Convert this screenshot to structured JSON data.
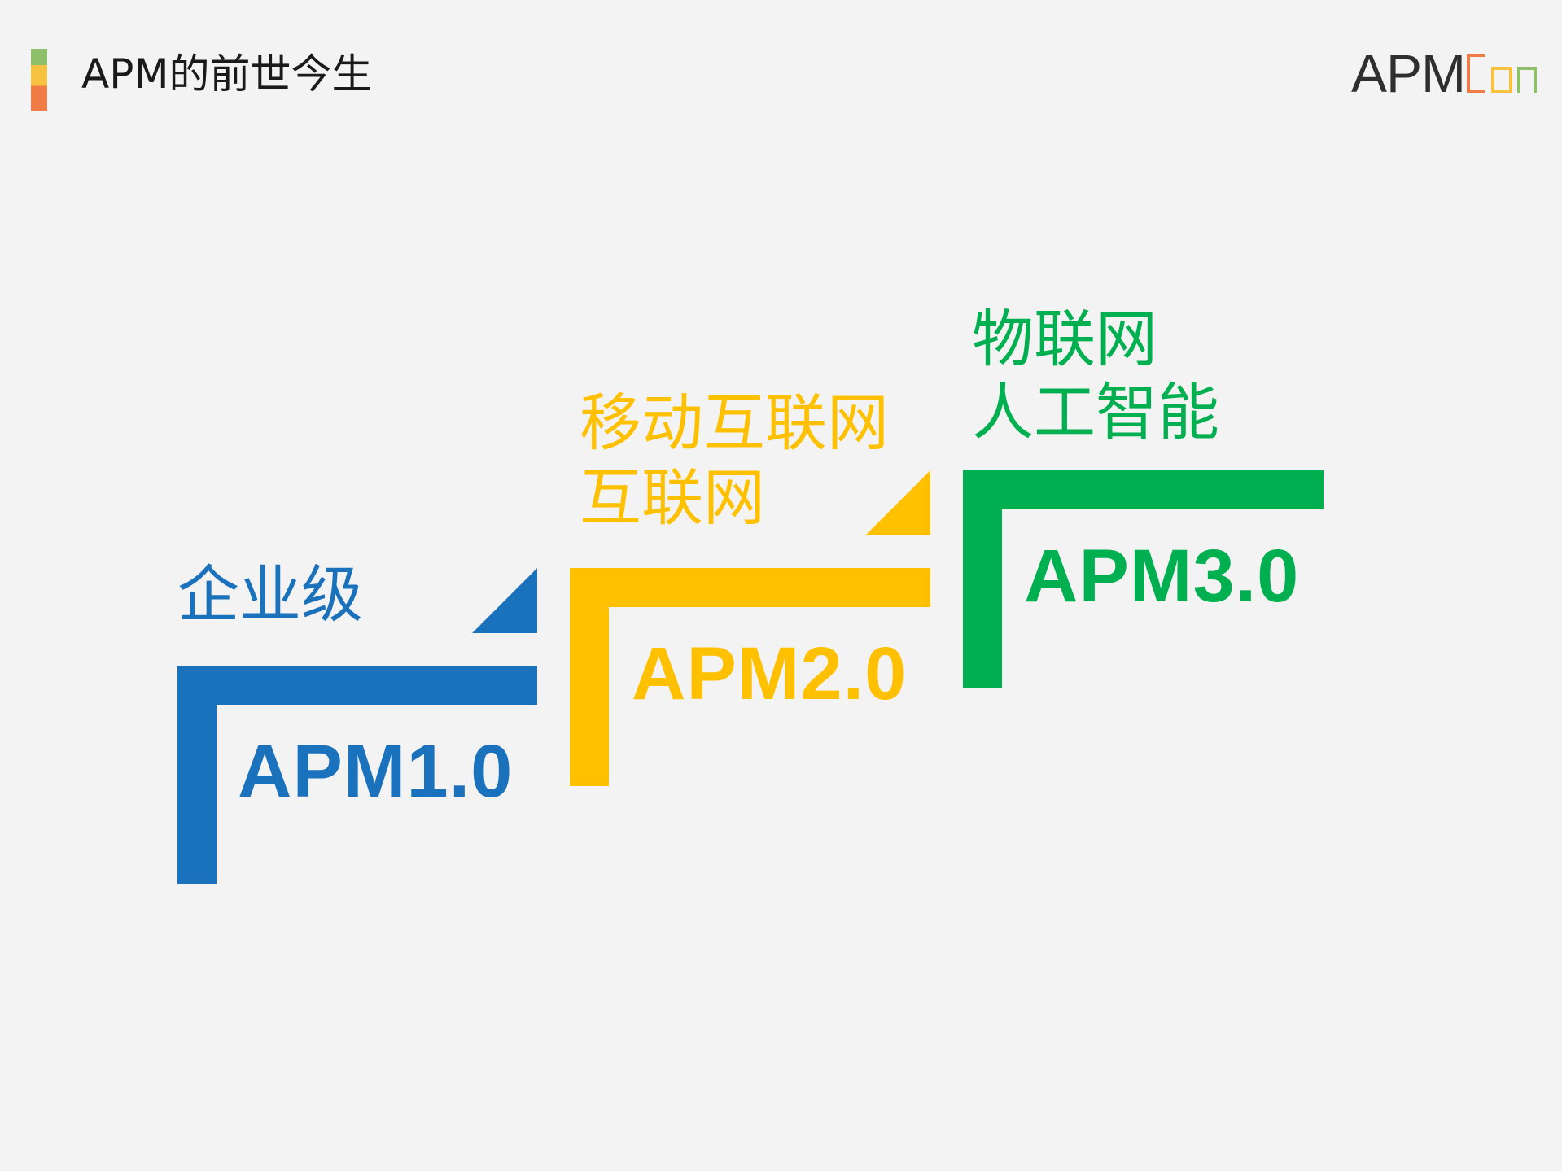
{
  "header": {
    "title": "APM的前世今生",
    "logo_main": "APM",
    "logo_con": [
      "C",
      "o",
      "n"
    ]
  },
  "colors": {
    "blue": "#1a71bc",
    "yellow": "#ffc000",
    "green": "#00b050",
    "logo_c": "#f07b45",
    "logo_o": "#f6c240",
    "logo_n": "#8fbf6a"
  },
  "steps": [
    {
      "lines": [
        "企业级"
      ],
      "version": "APM1.0"
    },
    {
      "lines": [
        "移动互联网",
        "互联网"
      ],
      "version": "APM2.0"
    },
    {
      "lines": [
        "物联网",
        "人工智能"
      ],
      "version": "APM3.0"
    }
  ]
}
